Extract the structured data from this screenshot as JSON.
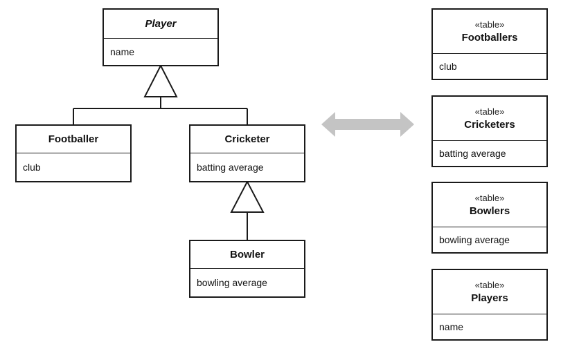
{
  "classes": {
    "player": {
      "name": "Player",
      "attribute": "name"
    },
    "footballer": {
      "name": "Footballer",
      "attribute": "club"
    },
    "cricketer": {
      "name": "Cricketer",
      "attribute": "batting average"
    },
    "bowler": {
      "name": "Bowler",
      "attribute": "bowling average"
    }
  },
  "tables": [
    {
      "stereotype": "«table»",
      "name": "Footballers",
      "column": "club"
    },
    {
      "stereotype": "«table»",
      "name": "Cricketers",
      "column": "batting average"
    },
    {
      "stereotype": "«table»",
      "name": "Bowlers",
      "column": "bowling average"
    },
    {
      "stereotype": "«table»",
      "name": "Players",
      "column": "name"
    }
  ],
  "colors": {
    "line": "#1a1a1a",
    "mapping_arrow": "#c4c4c4"
  }
}
